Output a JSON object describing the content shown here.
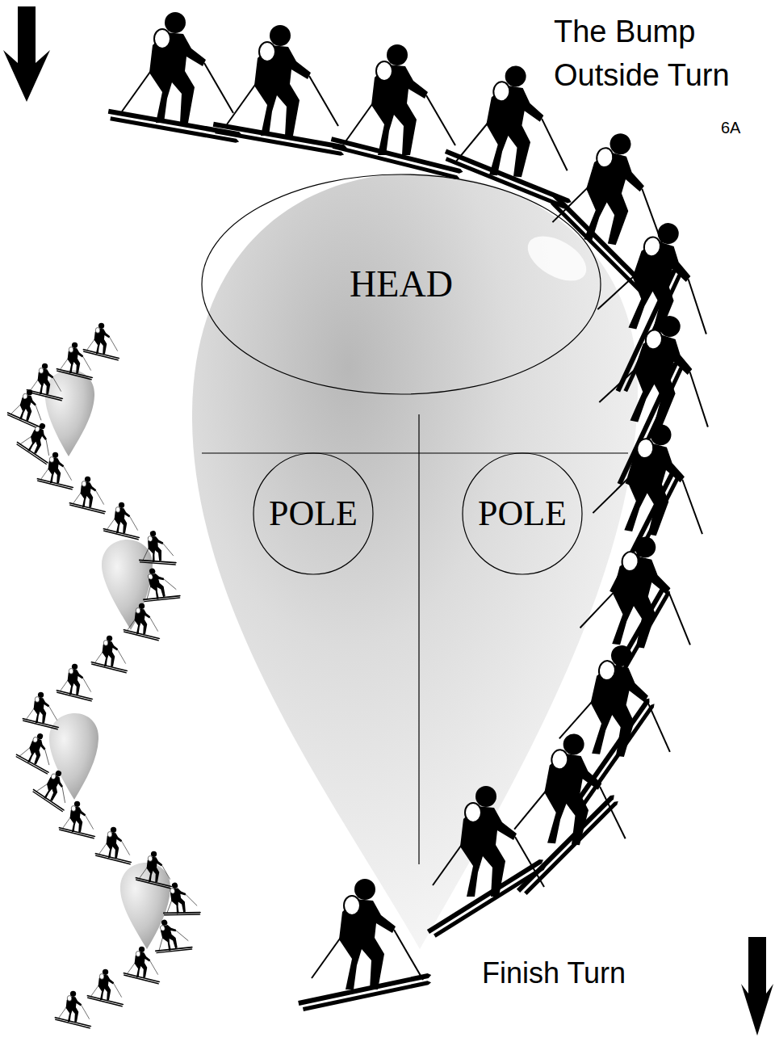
{
  "diagram": {
    "title": "The Bump Outside Turn",
    "nodes": [
      {
        "text": [
          "HEAD"
        ]
      },
      {
        "text": [
          "POLE"
        ]
      },
      {
        "text": [
          "POLE"
        ]
      }
    ],
    "labels": [
      "6A",
      "Finish Turn"
    ]
  }
}
